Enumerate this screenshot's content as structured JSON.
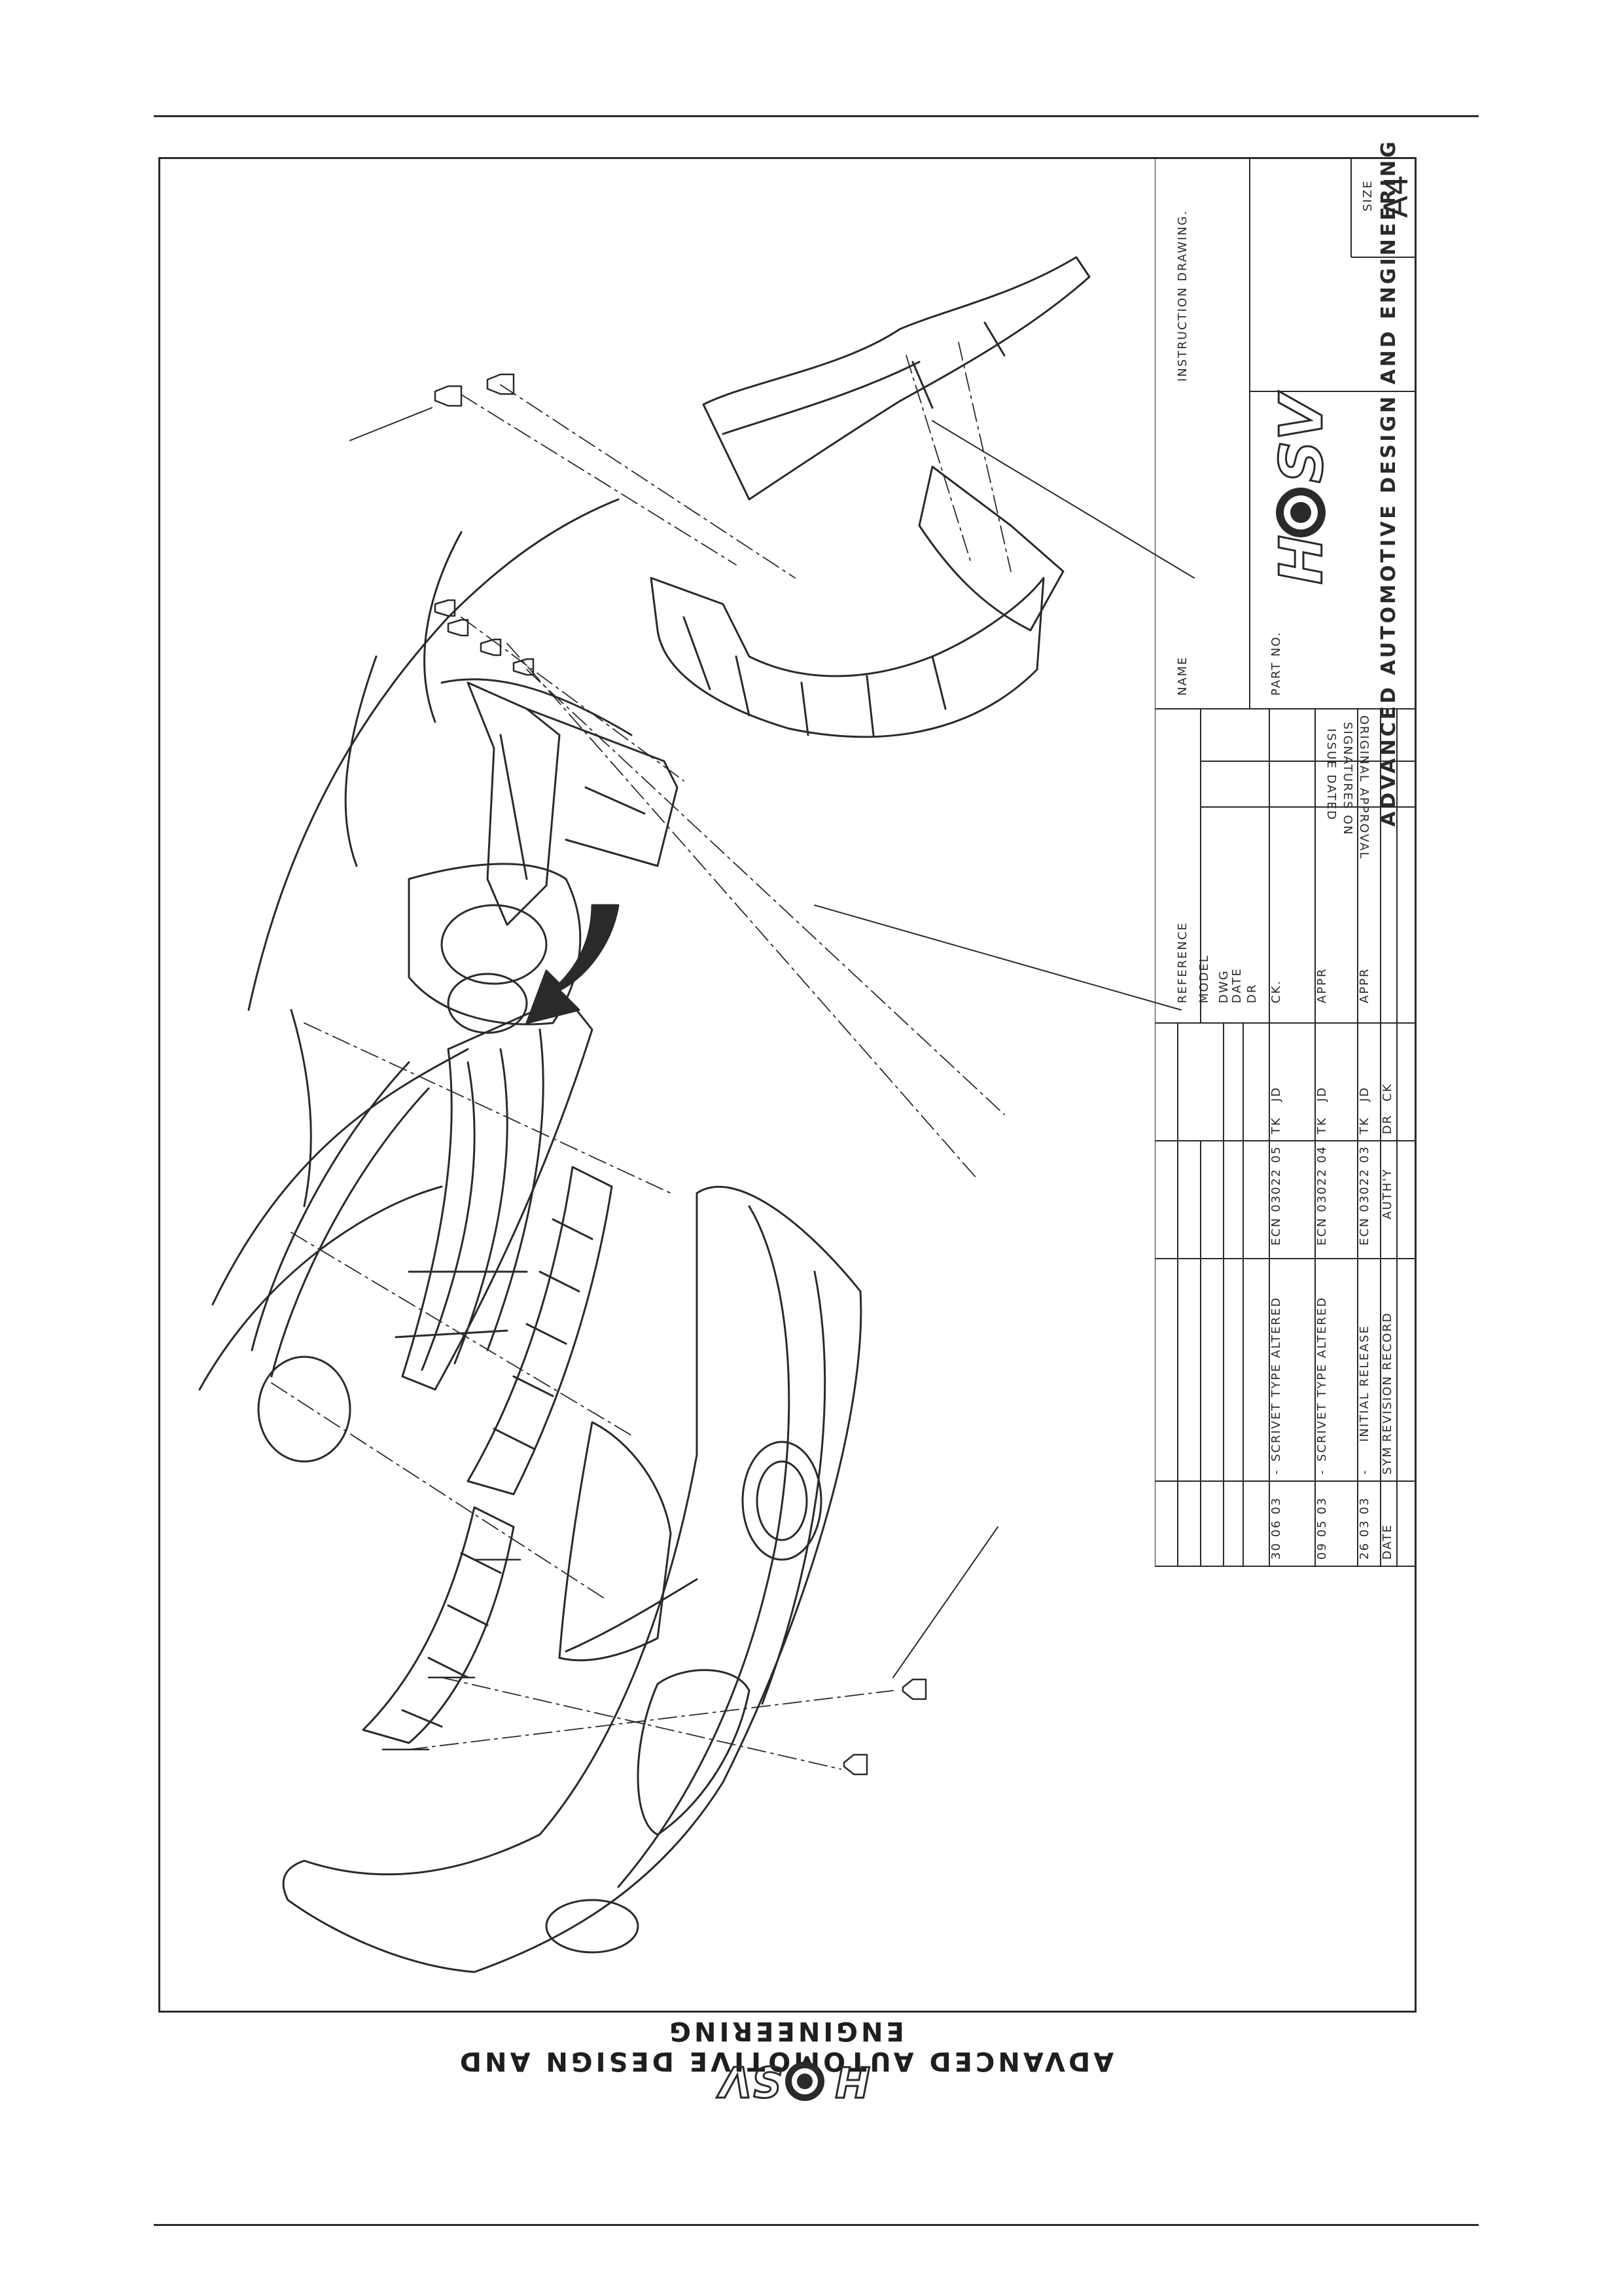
{
  "brand": {
    "company": "ADVANCED AUTOMOTIVE DESIGN AND ENGINEERING",
    "logo_text": "HSV"
  },
  "title_block": {
    "name_label": "NAME",
    "title": "INSTRUCTION DRAWING.",
    "part_no_label": "PART NO.",
    "size_label": "SIZE",
    "size_value": "A4",
    "approval": {
      "line1": "ORIGINAL APPROVAL",
      "line2": "SIGNATURES ON",
      "line3": "ISSUE DATED"
    },
    "reference_labels": [
      "REFERENCE",
      "MODEL",
      "DWG",
      "DATE",
      "DR"
    ],
    "ck_label": "CK.",
    "appr_label": "APPR",
    "appr_label_2": "APPR"
  },
  "revisions": {
    "header": {
      "date": "DATE",
      "sym": "SYM",
      "record": "REVISION RECORD",
      "authy": "AUTH'Y",
      "dr": "DR",
      "ck": "CK"
    },
    "rows": [
      {
        "date": "30 06 03",
        "sym": "-",
        "record": "SCRIVET TYPE ALTERED",
        "authy": "ECN 03022 05",
        "dr": "TK",
        "ck": "JD"
      },
      {
        "date": "09 05 03",
        "sym": "-",
        "record": "SCRIVET TYPE ALTERED",
        "authy": "ECN 03022 04",
        "dr": "TK",
        "ck": "JD"
      },
      {
        "date": "26 03 03",
        "sym": "-",
        "record": "INITIAL RELEASE",
        "authy": "ECN 03022 03",
        "dr": "TK",
        "ck": "JD"
      }
    ]
  },
  "colors": {
    "ink": "#2a2a2a",
    "paper": "#ffffff"
  }
}
